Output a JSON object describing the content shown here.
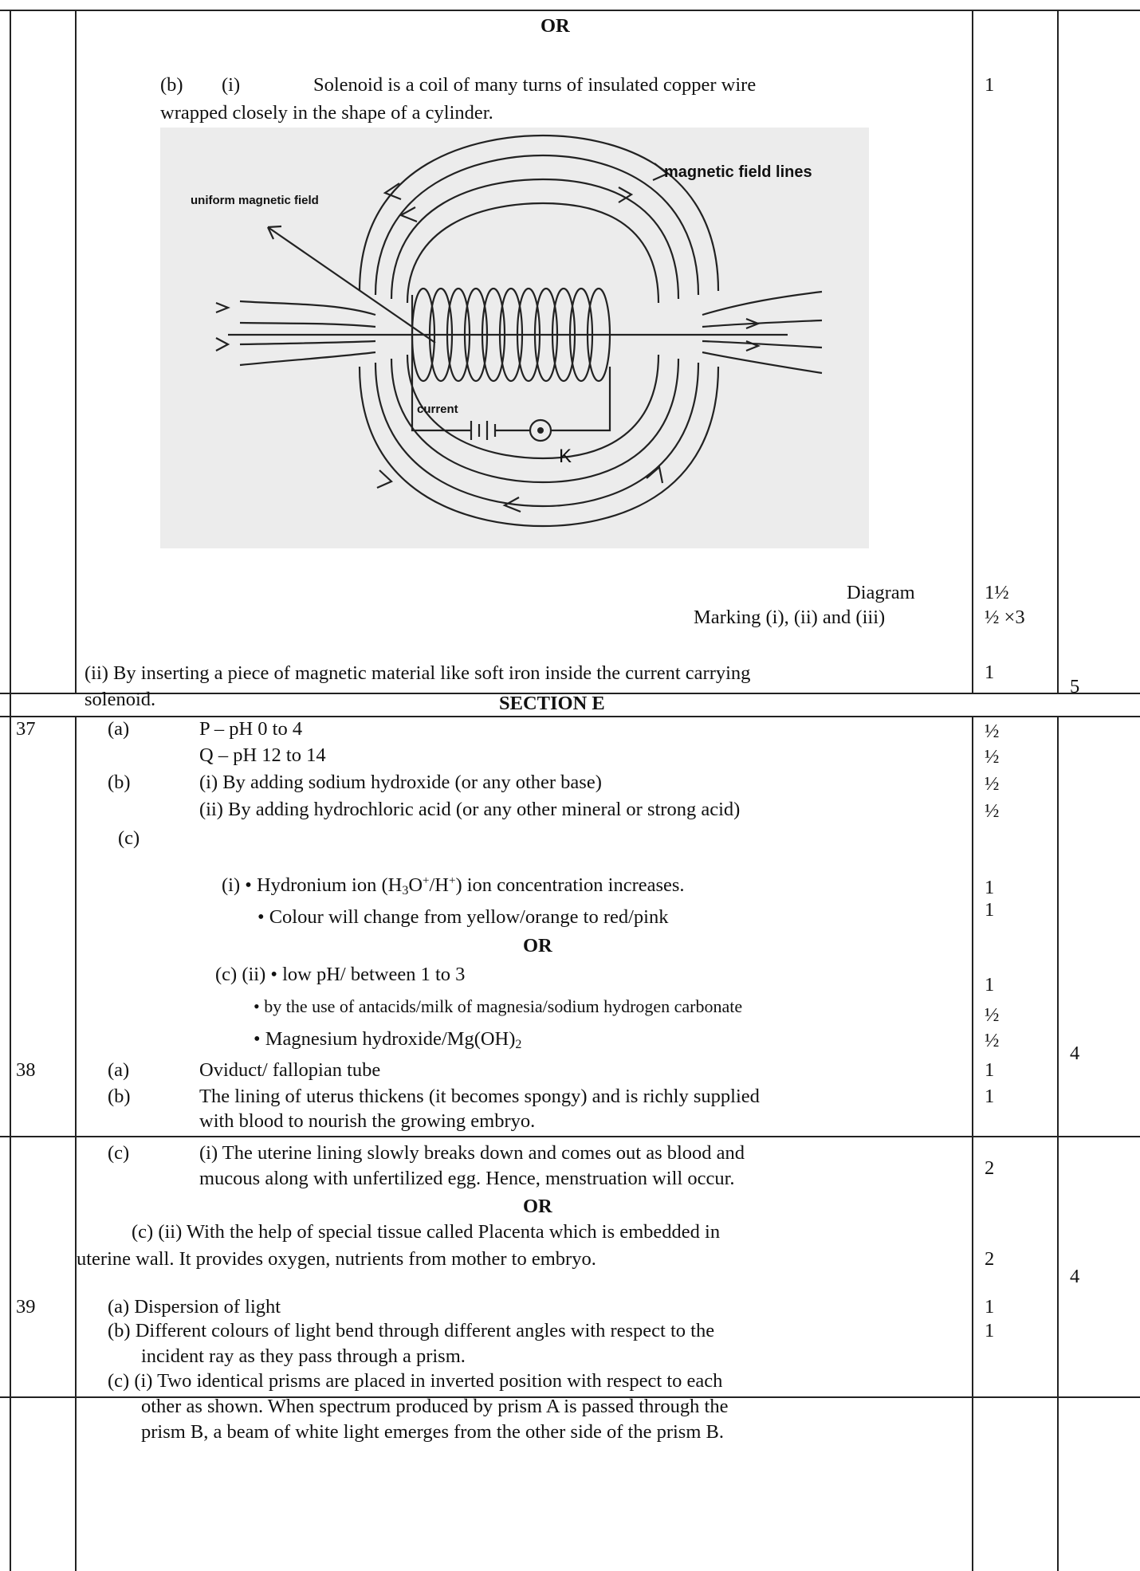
{
  "page": {
    "or_label": "OR",
    "section_e": "SECTION E",
    "q36b": {
      "b_label": "(b)",
      "i_label": "(i)",
      "def_line1": "Solenoid is a coil of many turns of insulated copper wire",
      "def_line2": "wrapped closely in the shape of a cylinder.",
      "def_mark": "1",
      "diagram": {
        "label_uniform": "uniform magnetic field",
        "label_field_lines": "magnetic field lines",
        "label_current": "current",
        "label_key": "K"
      },
      "diagram_label": "Diagram",
      "diagram_mark": "1½",
      "marking_label": "Marking (i), (ii) and (iii)",
      "marking_mark": "½ ×3",
      "ii_line1": "(ii) By inserting a piece of magnetic material like soft iron inside the current carrying",
      "ii_line2": "solenoid.",
      "ii_mark": "1",
      "total": "5"
    },
    "q37": {
      "num": "37",
      "a_label": "(a)",
      "a1": "P – pH 0 to 4",
      "a1_mark": "½",
      "a2": "Q – pH 12 to 14",
      "a2_mark": "½",
      "b_label": "(b)",
      "b1": "(i)  By adding sodium hydroxide (or any other base)",
      "b1_mark": "½",
      "b2": "(ii) By adding hydrochloric acid (or any other mineral or strong acid)",
      "b2_mark": "½",
      "c_label": "(c)",
      "ci_pre": "(i)  • Hydronium ion (H",
      "ci_sub": "3",
      "ci_o": "O",
      "ci_sup1": "+",
      "ci_h": "/H",
      "ci_sup2": "+",
      "ci_post": ") ion concentration increases.",
      "ci_mark": "1",
      "ci2": "• Colour will change from yellow/orange to red/pink",
      "ci2_mark": "1",
      "cii1": "(c) (ii) • low pH/ between 1 to 3",
      "cii1_mark": "1",
      "cii2": "• by the use of antacids/milk of magnesia/sodium hydrogen carbonate",
      "cii2_mark": "½",
      "cii3_pre": "• Magnesium hydroxide/Mg(OH)",
      "cii3_sub": "2",
      "cii3_mark": "½",
      "total": "4"
    },
    "q38": {
      "num": "38",
      "a_label": "(a)",
      "a": "Oviduct/ fallopian tube",
      "a_mark": "1",
      "b_label": "(b)",
      "b1": "The lining of uterus thickens (it becomes spongy) and is richly supplied",
      "b2": "with blood to nourish the growing embryo.",
      "b_mark": "1",
      "c_label": "(c)",
      "c1": "(i)  The uterine lining slowly breaks down and comes out as blood and",
      "c2": "mucous along with unfertilized egg. Hence, menstruation will occur.",
      "c_mark": "2",
      "cii1": "(c) (ii) With the help of special tissue called Placenta which is embedded in",
      "cii2": "uterine wall. It provides oxygen, nutrients from mother to embryo.",
      "cii_mark": "2",
      "total": "4"
    },
    "q39": {
      "num": "39",
      "a": "(a) Dispersion of light",
      "a_mark": "1",
      "b1": "(b) Different colours of light bend through different angles with respect to the",
      "b2": "incident ray as they pass through a prism.",
      "b_mark": "1",
      "c1": "(c)  (i) Two identical prisms are placed in inverted position with respect to each",
      "c2": "other as shown. When spectrum produced by prism A is passed through the",
      "c3": "prism B, a beam of white light emerges from the other side of the prism B."
    }
  }
}
